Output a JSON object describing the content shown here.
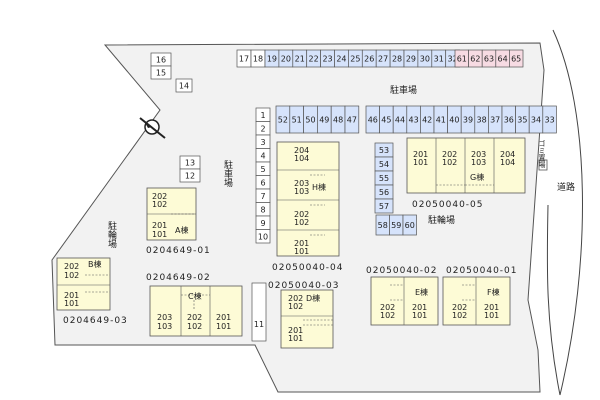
{
  "labels": {
    "parking_top": "駐車場",
    "parking_left": "駐車場",
    "bike_left": "駐輪場",
    "bike_right": "駐輪場",
    "road": "道路",
    "garbage": "ゴミ置場"
  },
  "parking": {
    "top_row_white": [
      "17",
      "18"
    ],
    "top_row_blue": [
      "19",
      "20",
      "21",
      "22",
      "23",
      "24",
      "25",
      "26",
      "27",
      "28",
      "29",
      "30",
      "31",
      "32"
    ],
    "top_row_pink": [
      "61",
      "62",
      "63",
      "64",
      "65"
    ],
    "second_row_a": [
      "52",
      "51",
      "50",
      "49",
      "48",
      "47"
    ],
    "second_row_b": [
      "46",
      "45",
      "44",
      "43",
      "42",
      "41",
      "40",
      "39",
      "38",
      "37",
      "36",
      "35",
      "34",
      "33"
    ],
    "left_column": [
      "1",
      "2",
      "3",
      "4",
      "5",
      "6",
      "7",
      "8",
      "9",
      "10"
    ],
    "block_16_15": [
      "16",
      "15"
    ],
    "block_14": [
      "14"
    ],
    "block_13_12": [
      "13",
      "12"
    ],
    "block_11": [
      "11"
    ],
    "block_53_57": [
      "53",
      "54",
      "55",
      "56",
      "57"
    ],
    "block_58_60": [
      "58",
      "59",
      "60"
    ]
  },
  "buildings": {
    "A": {
      "name": "A棟",
      "rooms": [
        "202",
        "102",
        "201",
        "101"
      ],
      "code": "0204649-01"
    },
    "B": {
      "name": "B棟",
      "rooms": [
        "202",
        "102",
        "201",
        "101"
      ],
      "code": "0204649-03"
    },
    "C": {
      "name": "C棟",
      "rooms": [
        "203",
        "103",
        "202",
        "102",
        "201",
        "101"
      ],
      "code": "0204649-02"
    },
    "H": {
      "name": "H棟",
      "rooms": [
        "204",
        "104",
        "203",
        "103",
        "202",
        "102",
        "201",
        "101"
      ],
      "code": "02050040-04"
    },
    "D": {
      "name": "D棟",
      "rooms": [
        "202",
        "102",
        "201",
        "101"
      ],
      "code": "02050040-03"
    },
    "G": {
      "name": "G棟",
      "rooms": [
        "201",
        "101",
        "202",
        "102",
        "203",
        "103",
        "204",
        "104"
      ],
      "code": "02050040-05"
    },
    "E": {
      "name": "E棟",
      "rooms": [
        "202",
        "102",
        "201",
        "101"
      ],
      "code": "02050040-02"
    },
    "F": {
      "name": "F棟",
      "rooms": [
        "202",
        "102",
        "201",
        "101"
      ],
      "code": "02050040-01"
    }
  },
  "colors": {
    "lot_fill": "#f2f2f2",
    "building_fill": "#fdfbd6",
    "blue_slot": "#d6e3fb",
    "pink_slot": "#f7dbe3",
    "white_slot": "#ffffff",
    "stroke": "#555555"
  },
  "icons": {
    "north": "north-arrow-icon"
  }
}
